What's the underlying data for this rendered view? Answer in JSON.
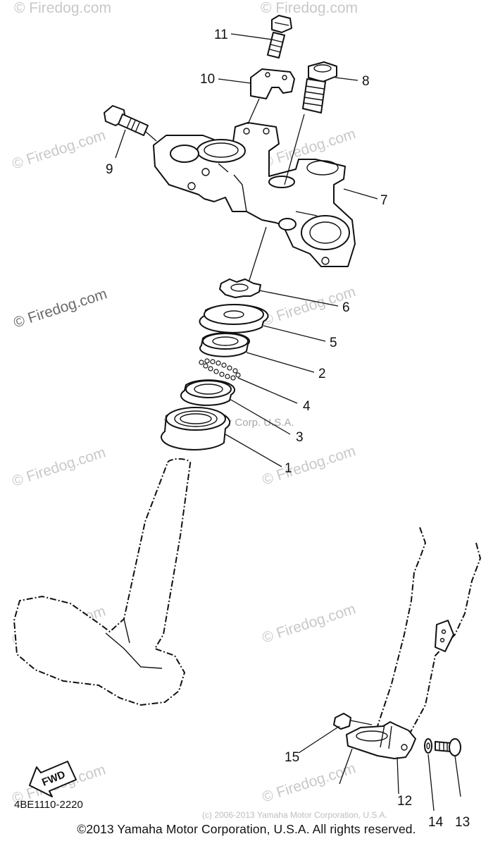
{
  "diagram": {
    "ref_code": "4BE1110-2220",
    "fwd_label": "FWD",
    "copyright": "©2013 Yamaha Motor Corporation, U.S.A. All rights reserved.",
    "inline_watermark": "Yamaha Motor Corp. U.S.A.",
    "tiny_watermark": "(c) 2006-2013 Yamaha Motor Corporation, U.S.A.",
    "watermark": "© Firedog.com",
    "callouts": {
      "c1": "1",
      "c2": "2",
      "c3": "3",
      "c4": "4",
      "c5": "5",
      "c6": "6",
      "c7": "7",
      "c8": "8",
      "c9": "9",
      "c10": "10",
      "c11": "11",
      "c12": "12",
      "c13": "13",
      "c14": "14",
      "c15": "15"
    }
  }
}
